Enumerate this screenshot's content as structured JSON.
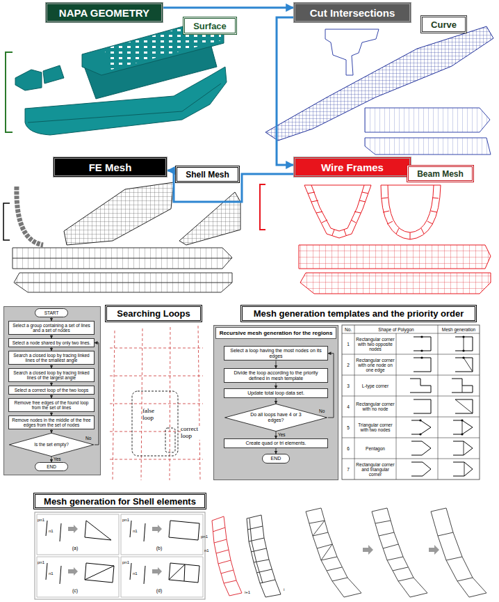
{
  "diagram": {
    "nodes": [
      {
        "text": [
          "NAPA GEOMETRY"
        ]
      },
      {
        "text": [
          "Surface"
        ]
      },
      {
        "text": [
          "Cut Intersections"
        ]
      },
      {
        "text": [
          "Curve"
        ]
      },
      {
        "text": [
          "FE Mesh"
        ]
      },
      {
        "text": [
          "Shell Mesh"
        ]
      },
      {
        "text": [
          "Wire Frames"
        ]
      },
      {
        "text": [
          "Beam Mesh"
        ]
      },
      {
        "text": [
          "Searching Loops"
        ]
      },
      {
        "text": [
          "START"
        ]
      },
      {
        "text": [
          "Select a group containing a set of lines and a set of nodes"
        ]
      },
      {
        "text": [
          "Select a node shared by only two lines."
        ]
      },
      {
        "text": [
          "Search a closed loop by tracing linked lines of the smallest angle"
        ]
      },
      {
        "text": [
          "Search a closed loop by tracing linked lines of the largest angle"
        ]
      },
      {
        "text": [
          "Select a correct loop of the two loops"
        ]
      },
      {
        "text": [
          "Remove free edges of the found loop from the set of lines"
        ]
      },
      {
        "text": [
          "Remove nodes in the middle of the free edges from the set of nodes"
        ]
      },
      {
        "text": [
          "Is the set empty?"
        ]
      },
      {
        "text": [
          "END"
        ]
      },
      {
        "text": [
          "Mesh generation templates and the priority order"
        ]
      },
      {
        "text": [
          "Recursive mesh generation for the regions"
        ]
      },
      {
        "text": [
          "Select a loop having the most nodes on its edges"
        ],
        "in": 20
      },
      {
        "text": [
          "Divide the loop according to the priority defined in mesh template"
        ],
        "in": 20
      },
      {
        "text": [
          "Update total loop data set."
        ],
        "in": 20
      },
      {
        "text": [
          "Do all loops have 4 or 3 edges?"
        ],
        "in": 20
      },
      {
        "text": [
          "Create quad or tri elements."
        ],
        "in": 20
      },
      {
        "text": [
          "END"
        ],
        "in": 20
      },
      {
        "text": [
          "Mesh generation for Shell elements"
        ]
      }
    ],
    "edges": [
      {
        "from": 0,
        "to": 2,
        "arrow": "to"
      },
      {
        "from": 2,
        "to": 6,
        "arrow": "to"
      },
      {
        "from": 6,
        "to": 4,
        "arrow": "to"
      },
      {
        "from": 9,
        "to": 10,
        "arrow": "to"
      },
      {
        "from": 10,
        "to": 11,
        "arrow": "to"
      },
      {
        "from": 11,
        "to": 12,
        "arrow": "to"
      },
      {
        "from": 12,
        "to": 13,
        "arrow": "to"
      },
      {
        "from": 13,
        "to": 14,
        "arrow": "to"
      },
      {
        "from": 14,
        "to": 15,
        "arrow": "to"
      },
      {
        "from": 15,
        "to": 16,
        "arrow": "to"
      },
      {
        "from": 16,
        "to": 17,
        "arrow": "to"
      },
      {
        "from": 17,
        "to": 18,
        "arrow": "to",
        "label": "Yes"
      },
      {
        "from": 17,
        "to": 11,
        "arrow": "to",
        "label": "No"
      },
      {
        "from": 21,
        "to": 22,
        "arrow": "to"
      },
      {
        "from": 22,
        "to": 23,
        "arrow": "to"
      },
      {
        "from": 23,
        "to": 24,
        "arrow": "to"
      },
      {
        "from": 24,
        "to": 25,
        "arrow": "to",
        "label": "Yes"
      },
      {
        "from": 25,
        "to": 26,
        "arrow": "to"
      },
      {
        "from": 24,
        "to": 21,
        "arrow": "to",
        "label": "No"
      }
    ],
    "labels": [
      "No.",
      "Shape of Polygon",
      "Mesh generation",
      "1",
      "Rectangular corner with two opposite nodes",
      "2",
      "Rectangular corner with one node on one edge",
      "3",
      "L-type corner",
      "4",
      "Rectangular corner with no node",
      "5",
      "Triangular corner with two nodes",
      "6",
      "Pentagon",
      "7",
      "Rectangular corner and triangular corner",
      "false loop",
      "correct loop",
      "pn1",
      "n1",
      "(a)",
      "pn1",
      "n1",
      "(b)",
      "pn1",
      "n1",
      "(c)",
      "pn1",
      "n1",
      "(d)",
      "pn1",
      "n1",
      "i+1",
      "i"
    ]
  }
}
